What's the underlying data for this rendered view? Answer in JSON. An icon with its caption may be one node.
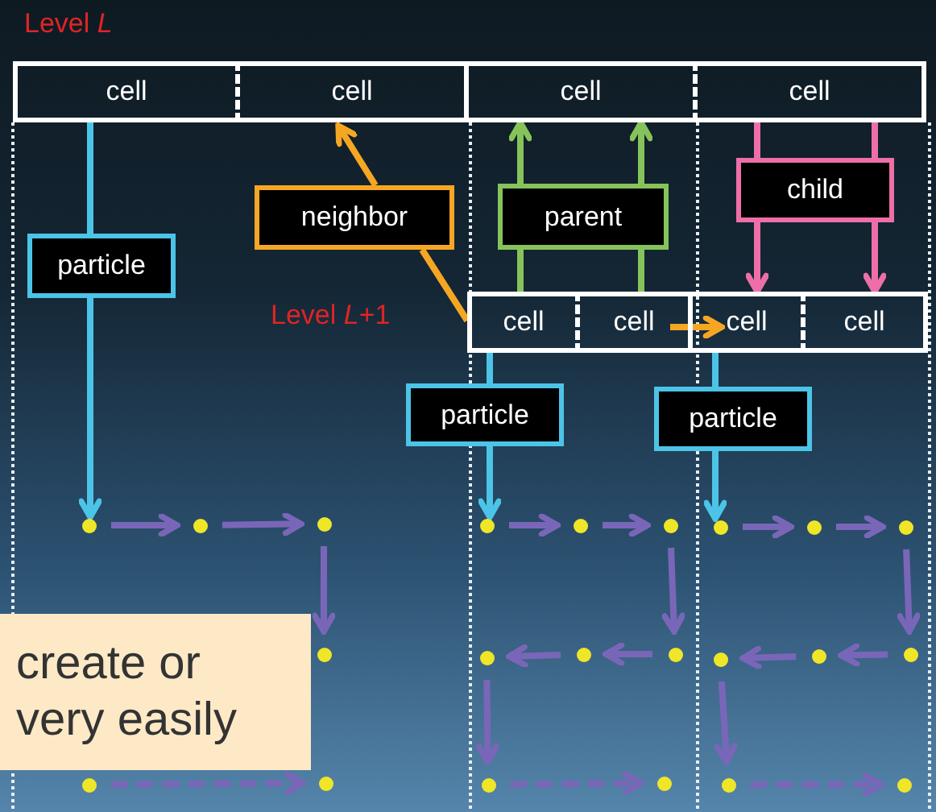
{
  "diagram": {
    "nodes": [
      {
        "text": [
          "cell"
        ]
      },
      {
        "text": [
          "cell"
        ]
      },
      {
        "text": [
          "cell"
        ]
      },
      {
        "text": [
          "cell"
        ]
      },
      {
        "text": [
          "cell"
        ]
      },
      {
        "text": [
          "cell"
        ]
      },
      {
        "text": [
          "cell"
        ]
      },
      {
        "text": [
          "cell"
        ]
      },
      {
        "text": [
          "particle"
        ]
      },
      {
        "text": [
          "neighbor"
        ]
      },
      {
        "text": [
          "parent"
        ]
      },
      {
        "text": [
          "child"
        ]
      },
      {
        "text": [
          "particle"
        ]
      },
      {
        "text": [
          "particle"
        ]
      },
      {
        "text": [
          "create or very easily"
        ]
      },
      {
        "text": [],
        "shape": "circle"
      },
      {
        "text": [],
        "shape": "circle"
      },
      {
        "text": [],
        "shape": "circle"
      },
      {
        "text": [],
        "shape": "circle"
      },
      {
        "text": [],
        "shape": "circle"
      },
      {
        "text": [],
        "shape": "circle"
      },
      {
        "text": [],
        "shape": "circle"
      },
      {
        "text": [],
        "shape": "circle"
      },
      {
        "text": [],
        "shape": "circle"
      },
      {
        "text": [],
        "shape": "circle"
      },
      {
        "text": [],
        "shape": "circle"
      },
      {
        "text": [],
        "shape": "circle"
      },
      {
        "text": [],
        "shape": "circle"
      },
      {
        "text": [],
        "shape": "circle"
      },
      {
        "text": [],
        "shape": "circle"
      },
      {
        "text": [],
        "shape": "circle"
      },
      {
        "text": [],
        "shape": "circle"
      },
      {
        "text": [],
        "shape": "circle"
      },
      {
        "text": [],
        "shape": "circle"
      },
      {
        "text": [],
        "shape": "circle"
      },
      {
        "text": [],
        "shape": "circle"
      },
      {
        "text": [],
        "shape": "circle"
      }
    ],
    "edges": [
      {
        "from": 0,
        "to": 8,
        "arrow": "none",
        "color": "#4cc4e8"
      },
      {
        "from": 8,
        "to": 15,
        "arrow": "to",
        "color": "#4cc4e8"
      },
      {
        "from": 4,
        "to": 12,
        "arrow": "none",
        "color": "#4cc4e8"
      },
      {
        "from": 12,
        "to": 18,
        "arrow": "to",
        "color": "#4cc4e8"
      },
      {
        "from": 6,
        "to": 13,
        "arrow": "none",
        "color": "#4cc4e8"
      },
      {
        "from": 13,
        "to": 21,
        "arrow": "to",
        "color": "#4cc4e8"
      },
      {
        "from": 4,
        "to": 9,
        "arrow": "none",
        "color": "#f5a623"
      },
      {
        "from": 9,
        "to": 1,
        "arrow": "to",
        "color": "#f5a623"
      },
      {
        "from": 5,
        "to": 6,
        "arrow": "to",
        "color": "#f5a623"
      },
      {
        "from": 4,
        "to": 10,
        "arrow": "none",
        "color": "#86c35a"
      },
      {
        "from": 10,
        "to": 2,
        "arrow": "to",
        "color": "#86c35a"
      },
      {
        "from": 5,
        "to": 10,
        "arrow": "none",
        "color": "#86c35a"
      },
      {
        "from": 10,
        "to": 2,
        "arrow": "to",
        "color": "#86c35a"
      },
      {
        "from": 3,
        "to": 11,
        "arrow": "none",
        "color": "#ee6fa8"
      },
      {
        "from": 11,
        "to": 6,
        "arrow": "to",
        "color": "#ee6fa8"
      },
      {
        "from": 3,
        "to": 11,
        "arrow": "none",
        "color": "#ee6fa8"
      },
      {
        "from": 11,
        "to": 7,
        "arrow": "to",
        "color": "#ee6fa8"
      },
      {
        "from": 15,
        "to": 16,
        "arrow": "to"
      },
      {
        "from": 16,
        "to": 17,
        "arrow": "to"
      },
      {
        "from": 17,
        "to": 24,
        "arrow": "to"
      },
      {
        "from": 31,
        "to": 32,
        "arrow": "to",
        "style": "dashed"
      },
      {
        "from": 18,
        "to": 19,
        "arrow": "to"
      },
      {
        "from": 19,
        "to": 20,
        "arrow": "to"
      },
      {
        "from": 20,
        "to": 27,
        "arrow": "to"
      },
      {
        "from": 27,
        "to": 26,
        "arrow": "to"
      },
      {
        "from": 26,
        "to": 25,
        "arrow": "to"
      },
      {
        "from": 25,
        "to": 33,
        "arrow": "to"
      },
      {
        "from": 33,
        "to": 34,
        "arrow": "to",
        "style": "dashed"
      },
      {
        "from": 21,
        "to": 22,
        "arrow": "to"
      },
      {
        "from": 22,
        "to": 23,
        "arrow": "to"
      },
      {
        "from": 23,
        "to": 30,
        "arrow": "to"
      },
      {
        "from": 30,
        "to": 29,
        "arrow": "to"
      },
      {
        "from": 29,
        "to": 28,
        "arrow": "to"
      },
      {
        "from": 28,
        "to": 35,
        "arrow": "to"
      },
      {
        "from": 35,
        "to": 36,
        "arrow": "to",
        "style": "dashed"
      }
    ],
    "labels": [
      "Level *L*",
      "Level *L*+1"
    ]
  }
}
